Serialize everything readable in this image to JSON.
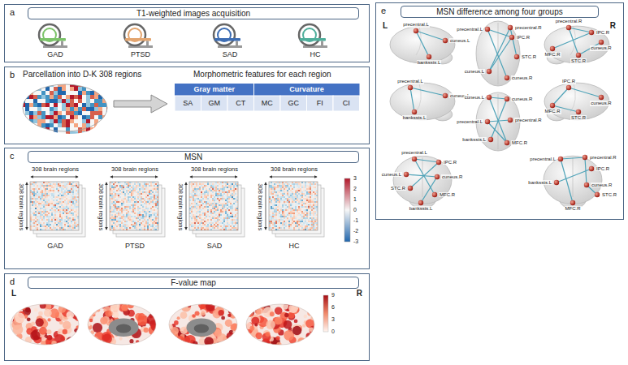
{
  "diagram": {
    "nodes": [
      {
        "text": [
          "a",
          "T1-weighted images acquisition"
        ]
      },
      {
        "text": [
          "GAD"
        ],
        "in": 0
      },
      {
        "text": [
          "PTSD"
        ],
        "in": 0
      },
      {
        "text": [
          "SAD"
        ],
        "in": 0
      },
      {
        "text": [
          "HC"
        ],
        "in": 0
      },
      {
        "text": [
          "b",
          "Parcellation into D-K 308 regions",
          "Morphometric features for each region"
        ]
      },
      {
        "text": [
          "c",
          "MSN"
        ]
      },
      {
        "text": [
          "308 brain regions",
          "308 brain regions",
          "GAD"
        ],
        "in": 6
      },
      {
        "text": [
          "308 brain regions",
          "308 brain regions",
          "PTSD"
        ],
        "in": 6
      },
      {
        "text": [
          "308 brain regions",
          "308 brain regions",
          "SAD"
        ],
        "in": 6
      },
      {
        "text": [
          "308 brain regions",
          "308 brain regions",
          "HC"
        ],
        "in": 6
      },
      {
        "text": [
          "d",
          "F-value map"
        ]
      },
      {
        "text": [
          "e",
          "MSN difference among four groups"
        ]
      }
    ],
    "labels": [
      "Gray matter",
      "Curvature",
      "SA",
      "GM",
      "CT",
      "MC",
      "GC",
      "FI",
      "CI",
      "3",
      "2",
      "1",
      "0",
      "-1",
      "-2",
      "-3",
      "L",
      "R",
      "9",
      "6",
      "3",
      "0",
      "L",
      "R",
      "precentral.L",
      "cuneus.L",
      "bankssts.L",
      "precentral.L",
      "IPC.R",
      "cuneus.L",
      "cuneus.R",
      "precentral.R",
      "STC.R",
      "precentral.R",
      "IPC.R",
      "cuneus.R",
      "STC.R",
      "MFC.R",
      "cuneus.L",
      "bankssts.L",
      "precentral.L",
      "cuneus.L",
      "cuneus.R",
      "precentral.L",
      "precentral.R",
      "bankssts.L",
      "MFC.R",
      "IPC.R",
      "cuneus.R",
      "STC.R",
      "MFC.R",
      "precentral.L",
      "IPC.R",
      "cuneus.L",
      "cuneus.R",
      "STC.R",
      "MFC.R",
      "bankssts.L",
      "precentral.L",
      "precentral.R",
      "IPC.R",
      "cuneus.R",
      "STC.R",
      "bankssts.L",
      "MFC.R"
    ]
  }
}
